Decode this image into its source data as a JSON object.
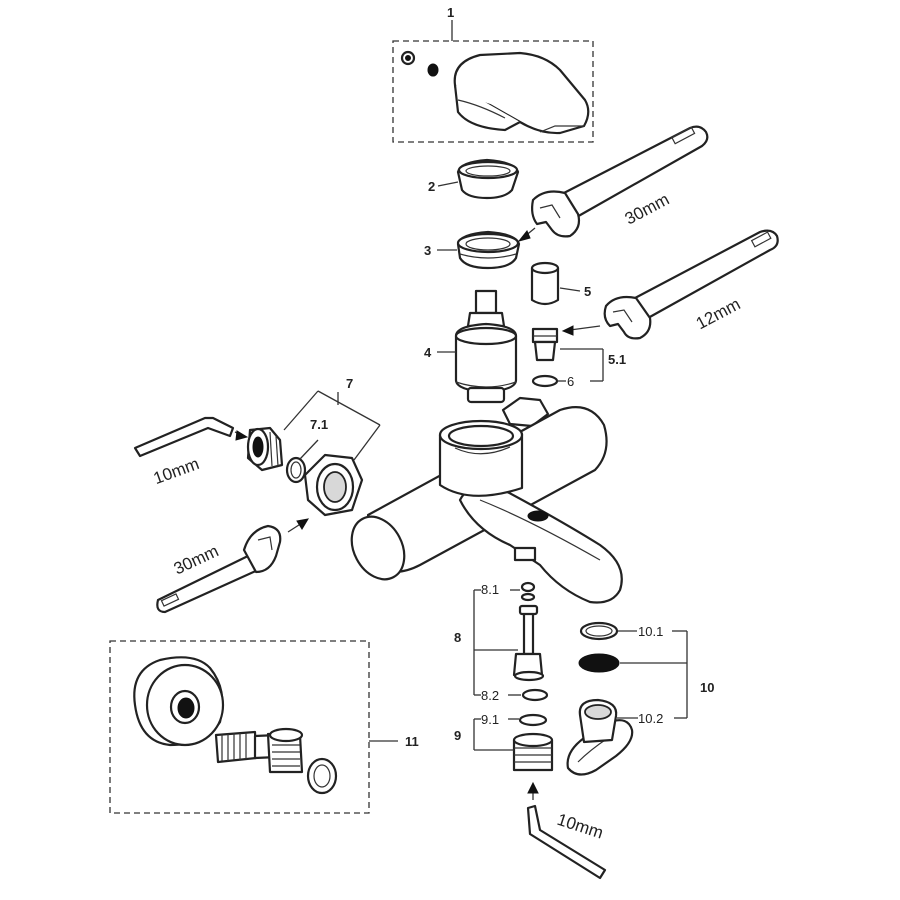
{
  "diagram": {
    "callouts": [
      {
        "id": "c1",
        "text": "1"
      },
      {
        "id": "c2",
        "text": "2"
      },
      {
        "id": "c3",
        "text": "3"
      },
      {
        "id": "c4",
        "text": "4"
      },
      {
        "id": "c5",
        "text": "5"
      },
      {
        "id": "c51",
        "text": "5.1"
      },
      {
        "id": "c6",
        "text": "6"
      },
      {
        "id": "c7",
        "text": "7"
      },
      {
        "id": "c71",
        "text": "7.1"
      },
      {
        "id": "c8",
        "text": "8"
      },
      {
        "id": "c81",
        "text": "8.1"
      },
      {
        "id": "c82",
        "text": "8.2"
      },
      {
        "id": "c9",
        "text": "9"
      },
      {
        "id": "c91",
        "text": "9.1"
      },
      {
        "id": "c10",
        "text": "10"
      },
      {
        "id": "c101",
        "text": "10.1"
      },
      {
        "id": "c102",
        "text": "10.2"
      },
      {
        "id": "c11",
        "text": "11"
      }
    ],
    "tools": [
      {
        "id": "wrench-top",
        "text": "30mm"
      },
      {
        "id": "wrench-mid",
        "text": "12mm"
      },
      {
        "id": "allen-left",
        "text": "10mm"
      },
      {
        "id": "wrench-left",
        "text": "30mm"
      },
      {
        "id": "allen-bottom",
        "text": "10mm"
      }
    ]
  }
}
